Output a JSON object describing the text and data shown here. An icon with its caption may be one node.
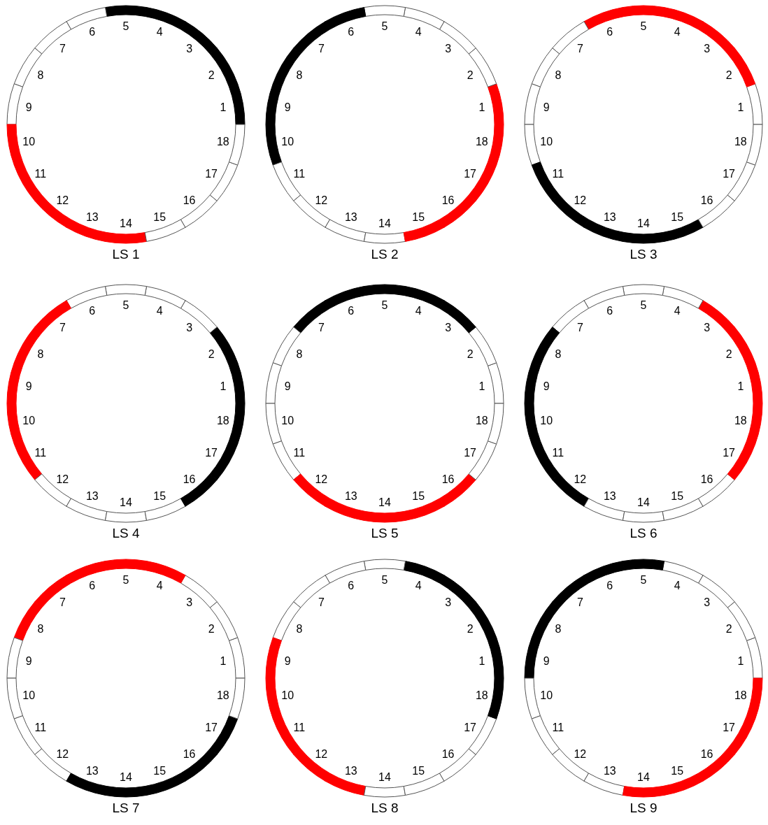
{
  "diagram": {
    "nodes": [
      {
        "text": [
          "LS 1"
        ]
      },
      {
        "text": [
          "1"
        ],
        "in": 0
      },
      {
        "text": [
          "2"
        ],
        "in": 0
      },
      {
        "text": [
          "3"
        ],
        "in": 0
      },
      {
        "text": [
          "4"
        ],
        "in": 0
      },
      {
        "text": [
          "5"
        ],
        "in": 0
      },
      {
        "text": [
          "6"
        ],
        "in": 0
      },
      {
        "text": [
          "7"
        ],
        "in": 0
      },
      {
        "text": [
          "8"
        ],
        "in": 0
      },
      {
        "text": [
          "9"
        ],
        "in": 0
      },
      {
        "text": [
          "10"
        ],
        "in": 0
      },
      {
        "text": [
          "11"
        ],
        "in": 0
      },
      {
        "text": [
          "12"
        ],
        "in": 0
      },
      {
        "text": [
          "13"
        ],
        "in": 0
      },
      {
        "text": [
          "14"
        ],
        "in": 0
      },
      {
        "text": [
          "15"
        ],
        "in": 0
      },
      {
        "text": [
          "16"
        ],
        "in": 0
      },
      {
        "text": [
          "17"
        ],
        "in": 0
      },
      {
        "text": [
          "18"
        ],
        "in": 0
      },
      {
        "text": [
          "LS 2"
        ]
      },
      {
        "text": [
          "1"
        ],
        "in": 19
      },
      {
        "text": [
          "2"
        ],
        "in": 19
      },
      {
        "text": [
          "3"
        ],
        "in": 19
      },
      {
        "text": [
          "4"
        ],
        "in": 19
      },
      {
        "text": [
          "5"
        ],
        "in": 19
      },
      {
        "text": [
          "6"
        ],
        "in": 19
      },
      {
        "text": [
          "7"
        ],
        "in": 19
      },
      {
        "text": [
          "8"
        ],
        "in": 19
      },
      {
        "text": [
          "9"
        ],
        "in": 19
      },
      {
        "text": [
          "10"
        ],
        "in": 19
      },
      {
        "text": [
          "11"
        ],
        "in": 19
      },
      {
        "text": [
          "12"
        ],
        "in": 19
      },
      {
        "text": [
          "13"
        ],
        "in": 19
      },
      {
        "text": [
          "14"
        ],
        "in": 19
      },
      {
        "text": [
          "15"
        ],
        "in": 19
      },
      {
        "text": [
          "16"
        ],
        "in": 19
      },
      {
        "text": [
          "17"
        ],
        "in": 19
      },
      {
        "text": [
          "18"
        ],
        "in": 19
      },
      {
        "text": [
          "LS 3"
        ]
      },
      {
        "text": [
          "1"
        ],
        "in": 38
      },
      {
        "text": [
          "2"
        ],
        "in": 38
      },
      {
        "text": [
          "3"
        ],
        "in": 38
      },
      {
        "text": [
          "4"
        ],
        "in": 38
      },
      {
        "text": [
          "5"
        ],
        "in": 38
      },
      {
        "text": [
          "6"
        ],
        "in": 38
      },
      {
        "text": [
          "7"
        ],
        "in": 38
      },
      {
        "text": [
          "8"
        ],
        "in": 38
      },
      {
        "text": [
          "9"
        ],
        "in": 38
      },
      {
        "text": [
          "10"
        ],
        "in": 38
      },
      {
        "text": [
          "11"
        ],
        "in": 38
      },
      {
        "text": [
          "12"
        ],
        "in": 38
      },
      {
        "text": [
          "13"
        ],
        "in": 38
      },
      {
        "text": [
          "14"
        ],
        "in": 38
      },
      {
        "text": [
          "15"
        ],
        "in": 38
      },
      {
        "text": [
          "16"
        ],
        "in": 38
      },
      {
        "text": [
          "17"
        ],
        "in": 38
      },
      {
        "text": [
          "18"
        ],
        "in": 38
      },
      {
        "text": [
          "LS 4"
        ]
      },
      {
        "text": [
          "1"
        ],
        "in": 57
      },
      {
        "text": [
          "2"
        ],
        "in": 57
      },
      {
        "text": [
          "3"
        ],
        "in": 57
      },
      {
        "text": [
          "4"
        ],
        "in": 57
      },
      {
        "text": [
          "5"
        ],
        "in": 57
      },
      {
        "text": [
          "6"
        ],
        "in": 57
      },
      {
        "text": [
          "7"
        ],
        "in": 57
      },
      {
        "text": [
          "8"
        ],
        "in": 57
      },
      {
        "text": [
          "9"
        ],
        "in": 57
      },
      {
        "text": [
          "10"
        ],
        "in": 57
      },
      {
        "text": [
          "11"
        ],
        "in": 57
      },
      {
        "text": [
          "12"
        ],
        "in": 57
      },
      {
        "text": [
          "13"
        ],
        "in": 57
      },
      {
        "text": [
          "14"
        ],
        "in": 57
      },
      {
        "text": [
          "15"
        ],
        "in": 57
      },
      {
        "text": [
          "16"
        ],
        "in": 57
      },
      {
        "text": [
          "17"
        ],
        "in": 57
      },
      {
        "text": [
          "18"
        ],
        "in": 57
      },
      {
        "text": [
          "LS 5"
        ]
      },
      {
        "text": [
          "1"
        ],
        "in": 76
      },
      {
        "text": [
          "2"
        ],
        "in": 76
      },
      {
        "text": [
          "3"
        ],
        "in": 76
      },
      {
        "text": [
          "4"
        ],
        "in": 76
      },
      {
        "text": [
          "5"
        ],
        "in": 76
      },
      {
        "text": [
          "6"
        ],
        "in": 76
      },
      {
        "text": [
          "7"
        ],
        "in": 76
      },
      {
        "text": [
          "8"
        ],
        "in": 76
      },
      {
        "text": [
          "9"
        ],
        "in": 76
      },
      {
        "text": [
          "10"
        ],
        "in": 76
      },
      {
        "text": [
          "11"
        ],
        "in": 76
      },
      {
        "text": [
          "12"
        ],
        "in": 76
      },
      {
        "text": [
          "13"
        ],
        "in": 76
      },
      {
        "text": [
          "14"
        ],
        "in": 76
      },
      {
        "text": [
          "15"
        ],
        "in": 76
      },
      {
        "text": [
          "16"
        ],
        "in": 76
      },
      {
        "text": [
          "17"
        ],
        "in": 76
      },
      {
        "text": [
          "18"
        ],
        "in": 76
      },
      {
        "text": [
          "LS 6"
        ]
      },
      {
        "text": [
          "1"
        ],
        "in": 95
      },
      {
        "text": [
          "2"
        ],
        "in": 95
      },
      {
        "text": [
          "3"
        ],
        "in": 95
      },
      {
        "text": [
          "4"
        ],
        "in": 95
      },
      {
        "text": [
          "5"
        ],
        "in": 95
      },
      {
        "text": [
          "6"
        ],
        "in": 95
      },
      {
        "text": [
          "7"
        ],
        "in": 95
      },
      {
        "text": [
          "8"
        ],
        "in": 95
      },
      {
        "text": [
          "9"
        ],
        "in": 95
      },
      {
        "text": [
          "10"
        ],
        "in": 95
      },
      {
        "text": [
          "11"
        ],
        "in": 95
      },
      {
        "text": [
          "12"
        ],
        "in": 95
      },
      {
        "text": [
          "13"
        ],
        "in": 95
      },
      {
        "text": [
          "14"
        ],
        "in": 95
      },
      {
        "text": [
          "15"
        ],
        "in": 95
      },
      {
        "text": [
          "16"
        ],
        "in": 95
      },
      {
        "text": [
          "17"
        ],
        "in": 95
      },
      {
        "text": [
          "18"
        ],
        "in": 95
      },
      {
        "text": [
          "LS 7"
        ]
      },
      {
        "text": [
          "1"
        ],
        "in": 114
      },
      {
        "text": [
          "2"
        ],
        "in": 114
      },
      {
        "text": [
          "3"
        ],
        "in": 114
      },
      {
        "text": [
          "4"
        ],
        "in": 114
      },
      {
        "text": [
          "5"
        ],
        "in": 114
      },
      {
        "text": [
          "6"
        ],
        "in": 114
      },
      {
        "text": [
          "7"
        ],
        "in": 114
      },
      {
        "text": [
          "8"
        ],
        "in": 114
      },
      {
        "text": [
          "9"
        ],
        "in": 114
      },
      {
        "text": [
          "10"
        ],
        "in": 114
      },
      {
        "text": [
          "11"
        ],
        "in": 114
      },
      {
        "text": [
          "12"
        ],
        "in": 114
      },
      {
        "text": [
          "13"
        ],
        "in": 114
      },
      {
        "text": [
          "14"
        ],
        "in": 114
      },
      {
        "text": [
          "15"
        ],
        "in": 114
      },
      {
        "text": [
          "16"
        ],
        "in": 114
      },
      {
        "text": [
          "17"
        ],
        "in": 114
      },
      {
        "text": [
          "18"
        ],
        "in": 114
      },
      {
        "text": [
          "LS 8"
        ]
      },
      {
        "text": [
          "1"
        ],
        "in": 133
      },
      {
        "text": [
          "2"
        ],
        "in": 133
      },
      {
        "text": [
          "3"
        ],
        "in": 133
      },
      {
        "text": [
          "4"
        ],
        "in": 133
      },
      {
        "text": [
          "5"
        ],
        "in": 133
      },
      {
        "text": [
          "6"
        ],
        "in": 133
      },
      {
        "text": [
          "7"
        ],
        "in": 133
      },
      {
        "text": [
          "8"
        ],
        "in": 133
      },
      {
        "text": [
          "9"
        ],
        "in": 133
      },
      {
        "text": [
          "10"
        ],
        "in": 133
      },
      {
        "text": [
          "11"
        ],
        "in": 133
      },
      {
        "text": [
          "12"
        ],
        "in": 133
      },
      {
        "text": [
          "13"
        ],
        "in": 133
      },
      {
        "text": [
          "14"
        ],
        "in": 133
      },
      {
        "text": [
          "15"
        ],
        "in": 133
      },
      {
        "text": [
          "16"
        ],
        "in": 133
      },
      {
        "text": [
          "17"
        ],
        "in": 133
      },
      {
        "text": [
          "18"
        ],
        "in": 133
      },
      {
        "text": [
          "LS 9"
        ]
      },
      {
        "text": [
          "1"
        ],
        "in": 152
      },
      {
        "text": [
          "2"
        ],
        "in": 152
      },
      {
        "text": [
          "3"
        ],
        "in": 152
      },
      {
        "text": [
          "4"
        ],
        "in": 152
      },
      {
        "text": [
          "5"
        ],
        "in": 152
      },
      {
        "text": [
          "6"
        ],
        "in": 152
      },
      {
        "text": [
          "7"
        ],
        "in": 152
      },
      {
        "text": [
          "8"
        ],
        "in": 152
      },
      {
        "text": [
          "9"
        ],
        "in": 152
      },
      {
        "text": [
          "10"
        ],
        "in": 152
      },
      {
        "text": [
          "11"
        ],
        "in": 152
      },
      {
        "text": [
          "12"
        ],
        "in": 152
      },
      {
        "text": [
          "13"
        ],
        "in": 152
      },
      {
        "text": [
          "14"
        ],
        "in": 152
      },
      {
        "text": [
          "15"
        ],
        "in": 152
      },
      {
        "text": [
          "16"
        ],
        "in": 152
      },
      {
        "text": [
          "17"
        ],
        "in": 152
      },
      {
        "text": [
          "18"
        ],
        "in": 152
      }
    ]
  }
}
